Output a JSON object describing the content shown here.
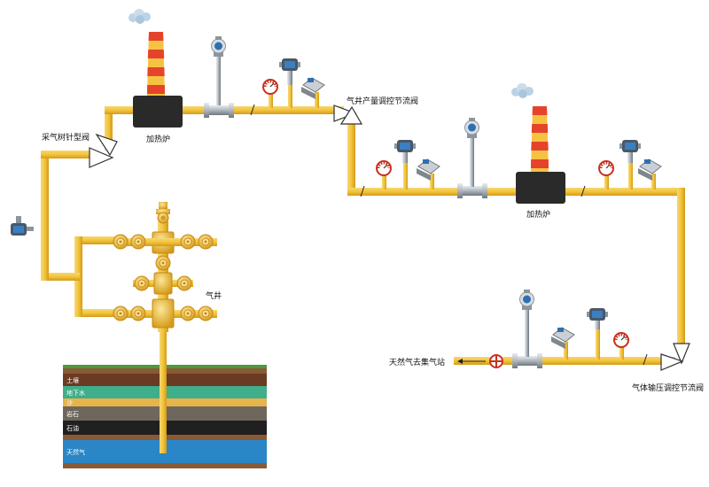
{
  "labels": {
    "wellhead_valve": "采气树针型阀",
    "heater_1": "加热炉",
    "heater_2": "加热炉",
    "gas_well": "气井",
    "production_valve": "气井产量调控节流阀",
    "pressure_valve": "气体输压调控节流阀",
    "destination": "天然气去集气站"
  },
  "strata": [
    {
      "name": "土壤",
      "color": "#6b3a22"
    },
    {
      "name": "地下水",
      "color": "#3fae8a"
    },
    {
      "name": "沙",
      "color": "#e7b44b"
    },
    {
      "name": "岩石",
      "color": "#6f675c"
    },
    {
      "name": "石油",
      "color": "#202020"
    },
    {
      "name": "天然气",
      "color": "#2a86c7"
    }
  ],
  "colors": {
    "pipe": "#f2c43a",
    "pipe_edge": "#d49a18",
    "chimney_red": "#e6432b",
    "chimney_yellow": "#f5c242",
    "furnace": "#2a2a2a",
    "valve": "#c8321f",
    "grass": "#4c9a3b"
  },
  "icons": [
    "smoke-icon",
    "flowmeter-icon",
    "pressure-gauge-icon",
    "pressure-transmitter-icon",
    "temperature-transmitter-icon",
    "throttle-valve-icon",
    "flow-arrow-icon"
  ]
}
